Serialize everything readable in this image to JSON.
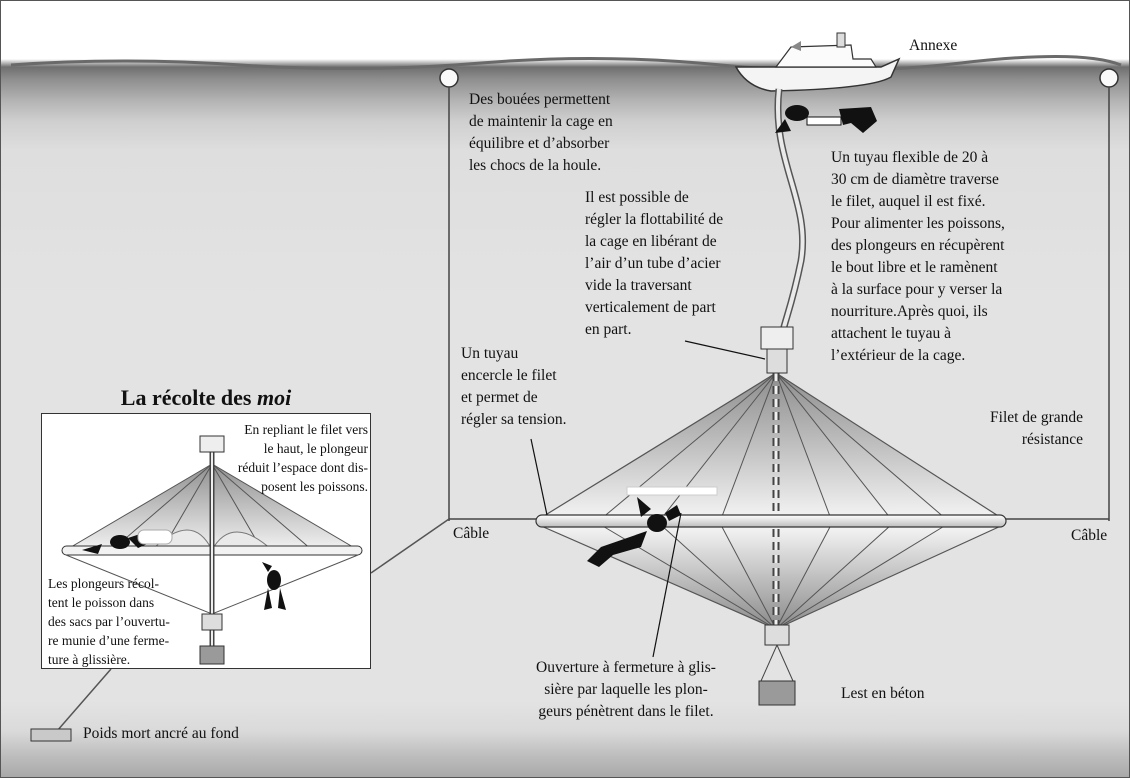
{
  "labels": {
    "annexe": "Annexe",
    "bouees": "Des bouées permettent\nde maintenir la cage en\néquilibre et d’absorber\nles chocs de la houle.",
    "tuyau_flexible": "Un tuyau flexible de 20 à\n30 cm de diamètre traverse\nle filet, auquel il est fixé.\nPour alimenter les poissons,\ndes plongeurs en récupèrent\nle bout libre et le ramènent\nà la surface pour y verser la\nnourriture.Après quoi, ils\nattachent le tuyau à\nl’extérieur de la cage.",
    "flottabilite": "Il est possible de\nrégler la flottabilité de\nla cage en libérant de\nl’air d’un tube d’acier\nvide la traversant\nverticalement de part\nen part.",
    "tuyau_encercle": "Un tuyau\nencercle le filet\net permet de\nrégler sa tension.",
    "filet": "Filet de grande\nrésistance",
    "cable_left": "Câble",
    "cable_right": "Câble",
    "ouverture": "Ouverture à fermeture à glis-\nsière par laquelle les plon-\ngeurs pénètrent dans le filet.",
    "lest": "Lest en béton",
    "poids_mort": "Poids mort ancré au fond"
  },
  "inset": {
    "title_main": "La récolte des ",
    "title_em": "moi",
    "repliant": "En repliant le filet vers\nle haut, le plongeur\nréduit l’espace dont dis-\nposent les poissons.",
    "recoltent": "Les plongeurs récol-\ntent le poisson dans\ndes sacs par l’ouvertu-\nre munie d’une ferme-\nture à glissière."
  },
  "colors": {
    "water": "#e3e3e3",
    "surface": "#7a7a7a",
    "net_light": "#f2f2f2",
    "net_dark": "#9a9a9a",
    "diver": "#111111"
  }
}
